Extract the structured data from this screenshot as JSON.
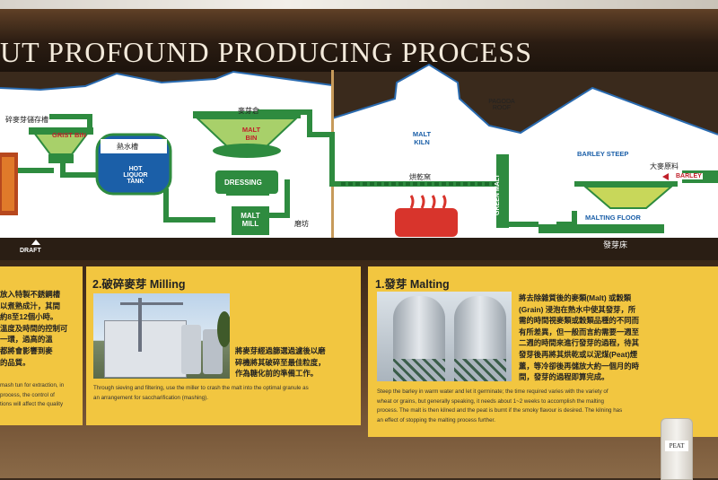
{
  "title": "UT PROFOUND PRODUCING PROCESS",
  "diagram": {
    "labels": {
      "grist_bin_store": "碎麥芽儲存槽",
      "grist_bin": "GRIST BIN",
      "hot_water_tank_zh": "熱水槽",
      "hot_liquor_tank": "HOT LIQUOR TANK",
      "malt_bin_zh": "麥芽倉",
      "malt_bin": "MALT BIN",
      "dressing": "DRESSING",
      "malt_mill": "MALT MILL",
      "mill_room": "磨坊",
      "malt_kiln": "MALT KILN",
      "kiln_zh": "烘乾窯",
      "pagoda_roof": "PAGODA ROOF",
      "barley_steep": "BARLEY STEEP",
      "barley_raw_zh": "大麥原料",
      "barley": "BARLEY",
      "green_malt": "GREEN MALT",
      "malting_floor": "MALTING FLOOR",
      "malting_floor_zh": "發芽床",
      "draft": "DRAFT"
    }
  },
  "left_section": {
    "zh": "放入特製不銹鋼槽\n以煮熟成汁，其間\n約8至12個小時。\n溫度及時間的控制可\n一環，過高的溫\n都將會影響到麥\n的品質。",
    "en": "mash tun for extraction, in\nprocess, the control of\ntions will affect the quality"
  },
  "milling": {
    "heading": "2.破碎麥芽 Milling",
    "zh": "將麥芽經過篩選過濾後以磨\n碎機將其破碎至最佳粒度，\n作為糖化前的準備工作。",
    "en": "Through sieving and filtering, use the miller to crash the malt into the optimal granule as\nan arrangement for saccharification (mashing)."
  },
  "malting": {
    "heading": "1.發芽 Malting",
    "zh": "將去除雜質後的麥類(Malt) 或穀類\n(Grain) 浸泡在熱水中使其發芽，所\n需的時間視麥類或穀類品種的不同而\n有所差異，但一般而言約需要一週至\n二週的時間來進行發芽的過程，待其\n發芽後再將其烘乾或以泥煤(Peat)煙\n薰，等冷卻後再儲放大約一個月的時\n間，發芽的過程即算完成。",
    "en": "Steep the barley in warm water and let it germinate; the time required varies with the variety of\nwheat or grains, but generally speaking, it needs about 1~2 weeks to accomplish the malting\nprocess. The malt is then kilned and the peat is burnt if the smoky flavour is desired. The kilning has\nan effect of stopping the malting process further."
  },
  "bottle_label": "PEAT",
  "colors": {
    "pipe": "#2e8b3f",
    "hopper": "#a8d06a",
    "water": "#1b5fa8",
    "panel": "#f2c640",
    "fire": "#d8342c"
  }
}
